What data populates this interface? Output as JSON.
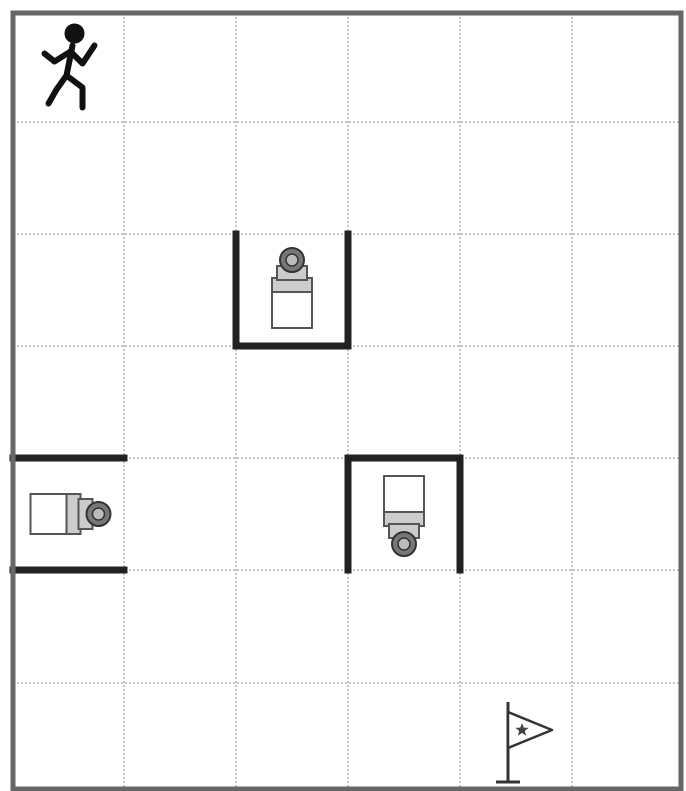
{
  "grid": {
    "rows": 7,
    "cols": 6
  },
  "pieces": [
    {
      "id": "walker",
      "icon": "walking-person-icon",
      "row": 0,
      "col": 0
    },
    {
      "id": "camera-a",
      "icon": "security-camera-icon",
      "row": 2,
      "col": 2,
      "facing": "up"
    },
    {
      "id": "camera-b",
      "icon": "security-camera-icon",
      "row": 4,
      "col": 0,
      "facing": "right"
    },
    {
      "id": "camera-c",
      "icon": "security-camera-icon",
      "row": 4,
      "col": 3,
      "facing": "down"
    },
    {
      "id": "goal-flag",
      "icon": "star-flag-icon",
      "row": 6,
      "col": 4
    }
  ],
  "walls": [
    {
      "row": 2,
      "col": 2,
      "side": "left"
    },
    {
      "row": 2,
      "col": 2,
      "side": "right"
    },
    {
      "row": 2,
      "col": 2,
      "side": "bottom"
    },
    {
      "row": 4,
      "col": 0,
      "side": "top"
    },
    {
      "row": 4,
      "col": 0,
      "side": "bottom"
    },
    {
      "row": 4,
      "col": 3,
      "side": "left"
    },
    {
      "row": 4,
      "col": 3,
      "side": "right"
    },
    {
      "row": 4,
      "col": 3,
      "side": "top"
    }
  ],
  "colors": {
    "frame": "#666666",
    "gridline": "#8a8a8a",
    "wall": "#222222",
    "icon": "#111111",
    "camera_body": "#cccccc",
    "camera_stroke": "#555555"
  }
}
